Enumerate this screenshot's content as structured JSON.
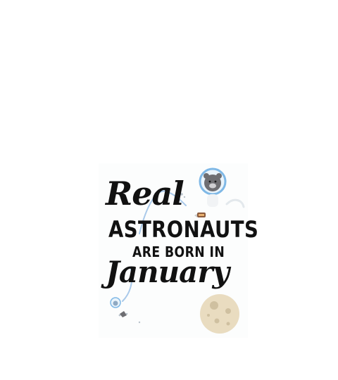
{
  "artwork": {
    "lines": {
      "real": "Real",
      "astronauts": "ASTRONAUTS",
      "are_born_in": "ARE BORN IN",
      "january": "January"
    },
    "colors": {
      "text": "#111111",
      "tether": "#a9c9ea",
      "helmet": "#7fb8e6",
      "bear": "#6e6e72",
      "moon": "#e9dcc0",
      "moon_craters": "#cfc0a0"
    },
    "icons": [
      "astronaut-bear-icon",
      "small-astronaut-icon",
      "moon-icon",
      "rocket-icon"
    ]
  }
}
